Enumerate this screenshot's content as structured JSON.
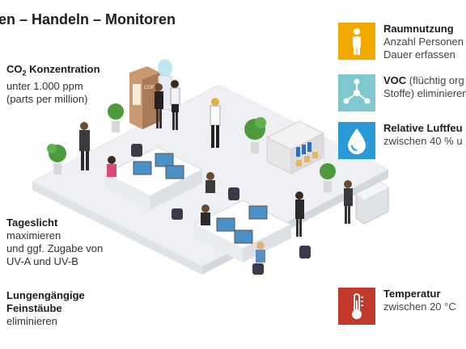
{
  "title": "en – Handeln – Monitoren",
  "left": {
    "co2": {
      "heading": "CO",
      "heading_sub": "2",
      "heading_rest": " Konzentration",
      "line1": "unter 1.000 ppm",
      "line2": "(parts per million)"
    },
    "daylight": {
      "heading": "Tageslicht",
      "line1": "maximieren",
      "line2": "und ggf. Zugabe von",
      "line3": "UV-A und UV-B"
    },
    "dust": {
      "heading1": "Lungengängige",
      "heading2": "Feinstäube",
      "line1": "eliminieren"
    }
  },
  "right": [
    {
      "heading": "Raumnutzung",
      "line1": "Anzahl Personen",
      "line2": "Dauer erfassen",
      "icon": "person-icon",
      "color": "#f2a900"
    },
    {
      "heading": "VOC",
      "heading_rest": " (flüchtig org",
      "line1": "Stoffe) eliminieren",
      "icon": "molecule-icon",
      "color": "#7fc8cf"
    },
    {
      "heading": "Relative Luftfeu",
      "line1": "zwischen 40 % u",
      "icon": "droplet-icon",
      "color": "#2a9ad6"
    },
    {
      "heading": "Temperatur",
      "line1": "zwischen 20 °C",
      "icon": "thermometer-icon",
      "color": "#c0392b"
    }
  ],
  "scene": {
    "coffee_label": "COFFEE"
  }
}
